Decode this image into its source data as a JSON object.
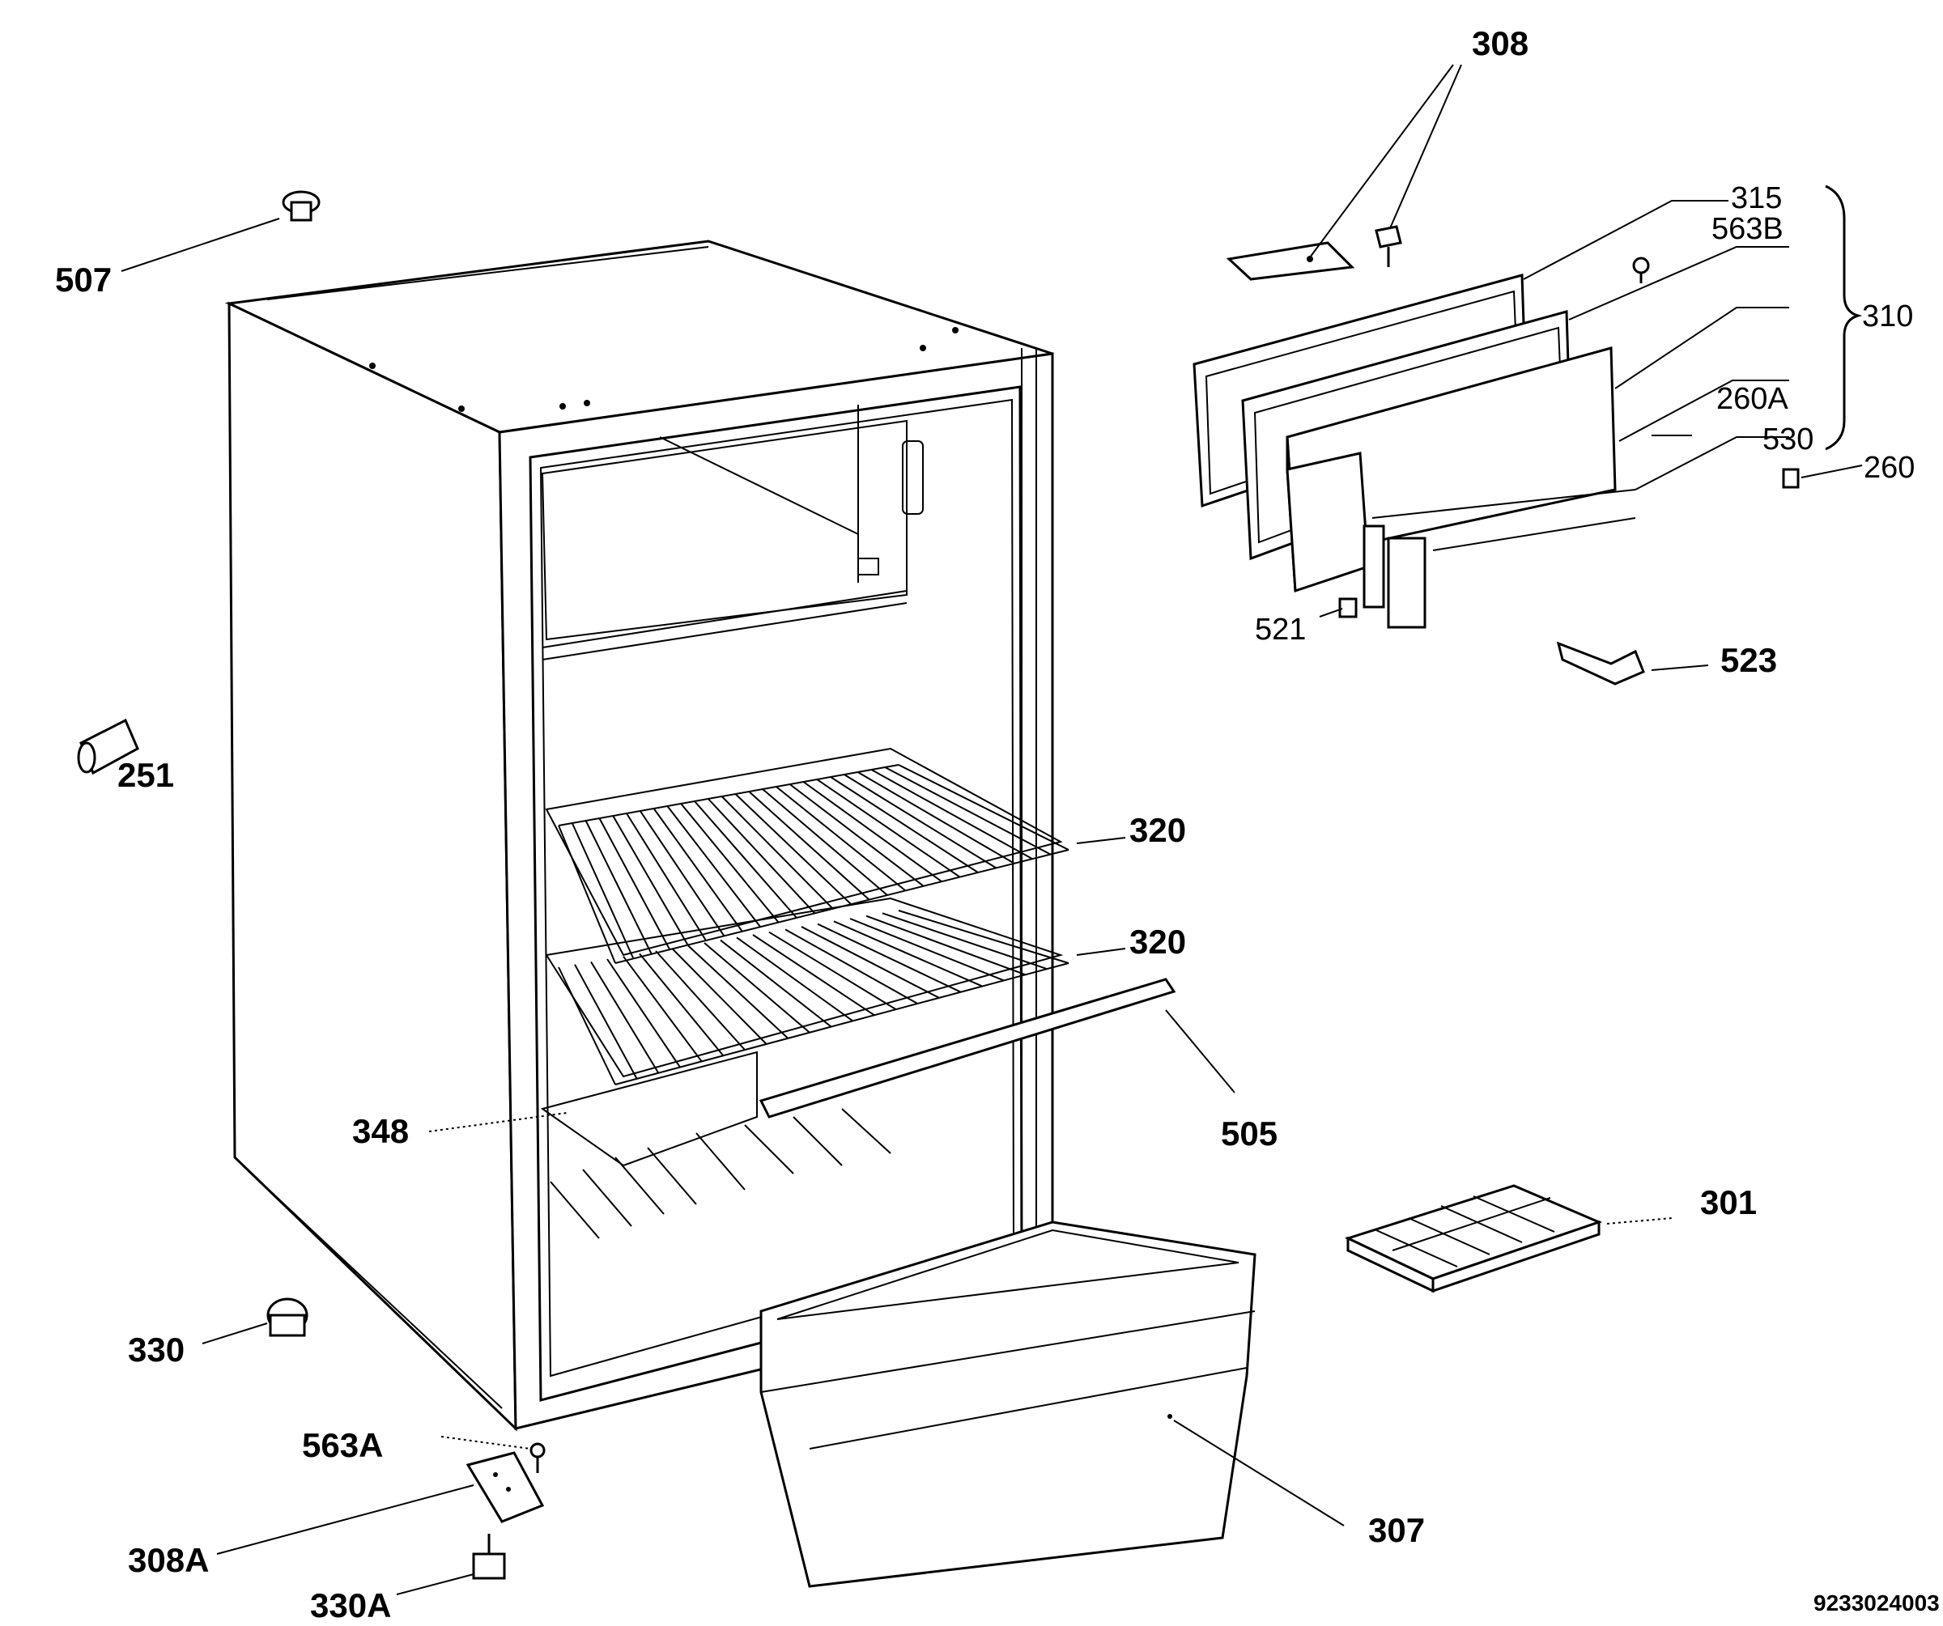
{
  "labels": {
    "l308": "308",
    "l315": "315",
    "l563b": "563B",
    "l310": "310",
    "l260a": "260A",
    "l530": "530",
    "l260": "260",
    "l507": "507",
    "l521": "521",
    "l523": "523",
    "l251": "251",
    "l320a": "320",
    "l320b": "320",
    "l348": "348",
    "l505": "505",
    "l301": "301",
    "l330": "330",
    "l563a": "563A",
    "l307": "307",
    "l308a": "308A",
    "l330a": "330A"
  },
  "drawing_number": "9233024003"
}
